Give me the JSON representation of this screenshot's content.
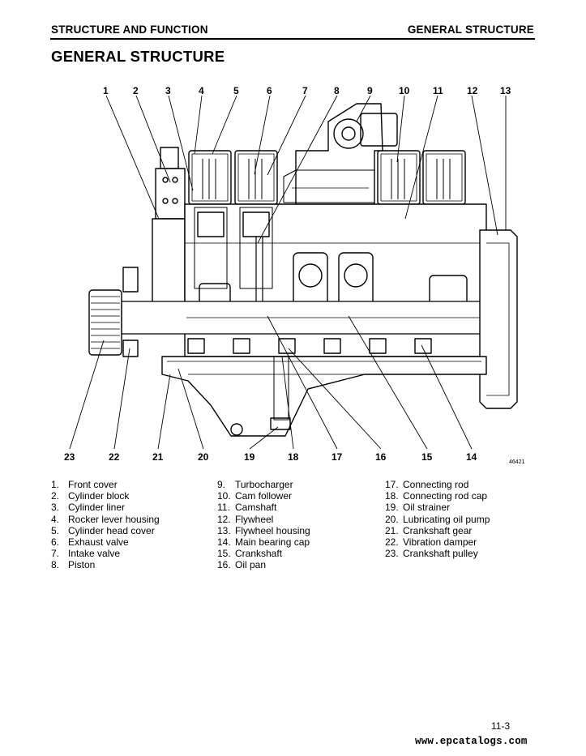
{
  "header": {
    "left": "STRUCTURE AND FUNCTION",
    "right": "GENERAL STRUCTURE"
  },
  "title": "GENERAL STRUCTURE",
  "figure": {
    "callouts_top": [
      "1",
      "2",
      "3",
      "4",
      "5",
      "6",
      "7",
      "8",
      "9",
      "10",
      "11",
      "12",
      "13"
    ],
    "callouts_bottom": [
      "23",
      "22",
      "21",
      "20",
      "19",
      "18",
      "17",
      "16",
      "15",
      "14"
    ],
    "figure_code": "46421"
  },
  "legend": {
    "col1": [
      {
        "num": "1.",
        "label": "Front cover"
      },
      {
        "num": "2.",
        "label": "Cylinder block"
      },
      {
        "num": "3.",
        "label": "Cylinder liner"
      },
      {
        "num": "4.",
        "label": "Rocker lever housing"
      },
      {
        "num": "5.",
        "label": "Cylinder head cover"
      },
      {
        "num": "6.",
        "label": "Exhaust valve"
      },
      {
        "num": "7.",
        "label": "Intake valve"
      },
      {
        "num": "8.",
        "label": "Piston"
      }
    ],
    "col2": [
      {
        "num": "9.",
        "label": "Turbocharger"
      },
      {
        "num": "10.",
        "label": "Cam follower"
      },
      {
        "num": "11.",
        "label": "Camshaft"
      },
      {
        "num": "12.",
        "label": "Flywheel"
      },
      {
        "num": "13.",
        "label": "Flywheel housing"
      },
      {
        "num": "14.",
        "label": "Main bearing cap"
      },
      {
        "num": "15.",
        "label": "Crankshaft"
      },
      {
        "num": "16.",
        "label": "Oil pan"
      }
    ],
    "col3": [
      {
        "num": "17.",
        "label": "Connecting rod"
      },
      {
        "num": "18.",
        "label": "Connecting rod cap"
      },
      {
        "num": "19.",
        "label": "Oil strainer"
      },
      {
        "num": "20.",
        "label": "Lubricating oil pump"
      },
      {
        "num": "21.",
        "label": "Crankshaft gear"
      },
      {
        "num": "22.",
        "label": "Vibration damper"
      },
      {
        "num": "23.",
        "label": "Crankshaft pulley"
      }
    ]
  },
  "footer": {
    "page_number": "11-3",
    "url": "www.epcatalogs.com"
  }
}
